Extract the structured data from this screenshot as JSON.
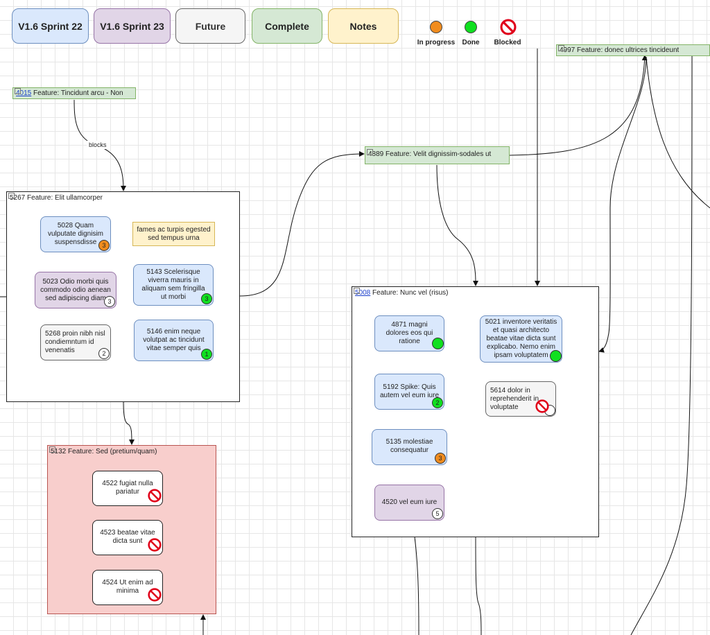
{
  "legend": {
    "sprint22": "V1.6 Sprint 22",
    "sprint23": "V1.6 Sprint 23",
    "future": "Future",
    "complete": "Complete",
    "notes": "Notes",
    "status_in_progress": "In progress",
    "status_done": "Done",
    "status_blocked": "Blocked"
  },
  "colors": {
    "sprint22": "#dae8fc",
    "sprint23": "#e1d5e7",
    "future": "#f5f5f5",
    "complete": "#d5e8d4",
    "notes": "#fff2cc",
    "in_progress": "#f08c1e",
    "done": "#10e020",
    "blocked": "#e0001a",
    "blocked_feature_bg": "#f8cecc"
  },
  "features": {
    "f4015": {
      "id": "4015",
      "title": " Feature: Tincidunt arcu - Non"
    },
    "f4997": {
      "id": "4997",
      "title": " Feature: donec ultrices tincideunt"
    },
    "f4889": {
      "id": "4889",
      "title": " Feature: Velit dignissim-sodales ut"
    },
    "f5267": {
      "id": "5267",
      "title": " Feature: Elit ullamcorper"
    },
    "f5132": {
      "id": "5132",
      "title": " Feature: Sed (pretium/quam)"
    },
    "f5008": {
      "id": "5008",
      "title": " Feature: Nunc vel (risus)"
    }
  },
  "edges": {
    "blocks_label": "blocks"
  },
  "cards": {
    "c5028": {
      "text": "5028 Quam vulputate dignisim suspensdisse",
      "badge": "3"
    },
    "note1": {
      "text": "fames ac turpis egested sed tempus urna"
    },
    "c5023": {
      "text": "5023 Odio morbi quis commodo odio aenean sed adipiscing diam",
      "badge": "3"
    },
    "c5143": {
      "text": "5143 Scelerisque viverra mauris in aliquam sem fringilla ut morbi",
      "badge": "3"
    },
    "c5268": {
      "text": "5268 proin nibh nisl condiemntum id venenatis",
      "badge": "2"
    },
    "c5146": {
      "text": "5146 enim neque volutpat ac tincidunt vitae semper quis",
      "badge": "1"
    },
    "c4522": {
      "text": "4522 fugiat nulla pariatur"
    },
    "c4523": {
      "text": "4523  beatae vitae dicta sunt"
    },
    "c4524": {
      "text": "4524 Ut enim ad minima"
    },
    "c4871": {
      "text": "4871 magni dolores eos qui ratione"
    },
    "c5021": {
      "text": "5021 inventore veritatis et quasi architecto beatae vitae dicta sunt explicabo. Nemo enim ipsam voluptatem"
    },
    "c5192": {
      "text": "5192 Spike: Quis autem vel eum iure",
      "badge": "2"
    },
    "c5614": {
      "text": "5614 dolor in reprehenderit in voluptate"
    },
    "c5135": {
      "text": "5135 molestiae consequatur",
      "badge": "3"
    },
    "c4520": {
      "text": "4520 vel eum iure",
      "badge": "5"
    }
  }
}
